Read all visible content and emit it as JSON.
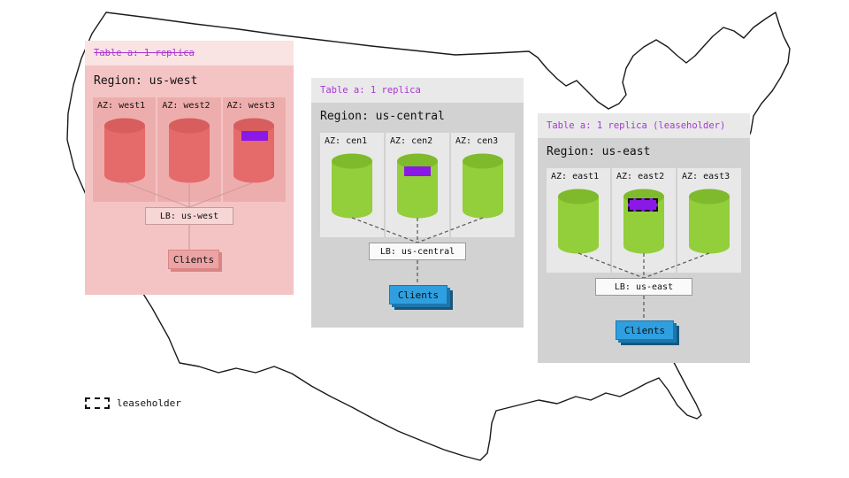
{
  "legend": {
    "label": "leaseholder"
  },
  "regions": [
    {
      "table_label": "Table a: 1 replica",
      "table_label_struck": true,
      "region_label": "Region: us-west",
      "azs": [
        {
          "label": "AZ: west1"
        },
        {
          "label": "AZ: west2"
        },
        {
          "label": "AZ: west3",
          "marker": "replica"
        }
      ],
      "lb_label": "LB: us-west",
      "clients_label": "Clients"
    },
    {
      "table_label": "Table a: 1 replica",
      "region_label": "Region: us-central",
      "azs": [
        {
          "label": "AZ: cen1"
        },
        {
          "label": "AZ: cen2",
          "marker": "replica"
        },
        {
          "label": "AZ: cen3"
        }
      ],
      "lb_label": "LB: us-central",
      "clients_label": "Clients"
    },
    {
      "table_label": "Table a: 1 replica (leaseholder)",
      "region_label": "Region: us-east",
      "azs": [
        {
          "label": "AZ: east1"
        },
        {
          "label": "AZ: east2",
          "marker": "leaseholder"
        },
        {
          "label": "AZ: east3"
        }
      ],
      "lb_label": "LB: us-east",
      "clients_label": "Clients"
    }
  ],
  "colors": {
    "west_panel": "#f4c4c4",
    "west_header": "#f9e3e3",
    "west_az": "#eeadad",
    "west_cyl": "#e56a6a",
    "west_cyl_top": "#d85d5d",
    "west_lb": "#f7d6d6",
    "west_line": "#cf9d9d",
    "pink_clients": "#eba3a3",
    "pink_clients_dark": "#d98585",
    "gray_panel": "#d2d2d2",
    "gray_header": "#e9e9e9",
    "gray_az": "#e8e8e8",
    "green_cyl": "#93ce3b",
    "green_cyl_top": "#7eba2c",
    "purple": "#8a18e6",
    "blue_clients": "#2f9fdf",
    "blue_clients_dark": "#1d76ad",
    "table_text": "#a834d4",
    "line_dark": "#555555"
  }
}
